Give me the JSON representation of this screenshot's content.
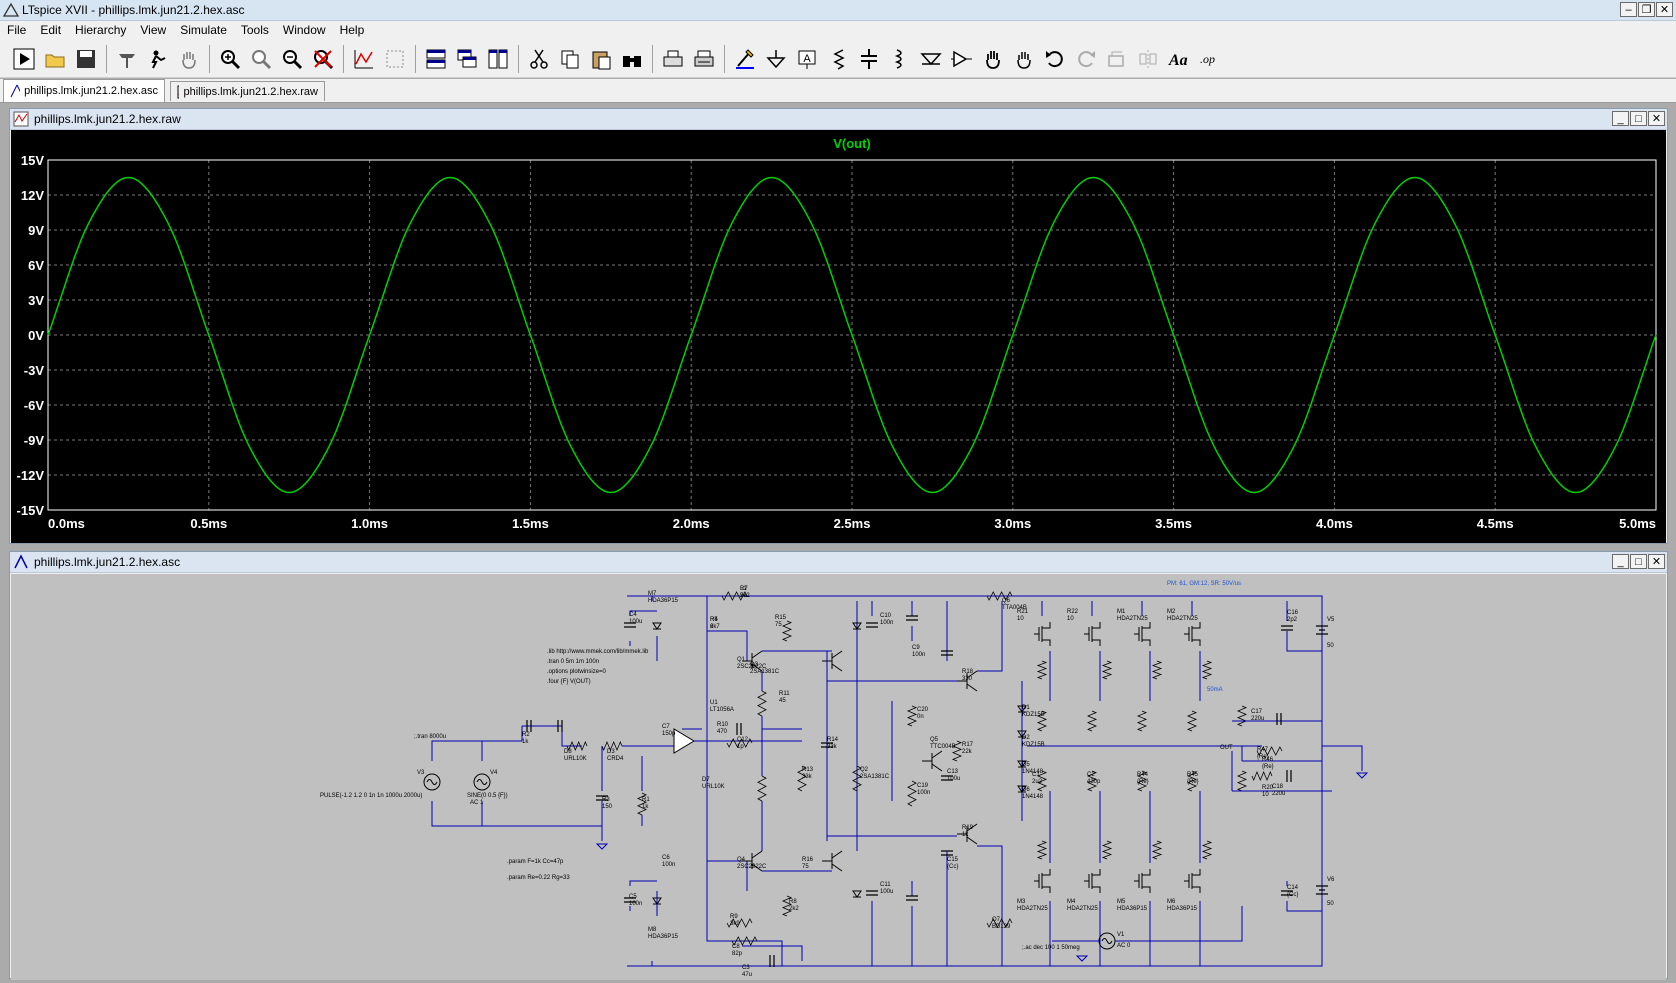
{
  "window": {
    "title": "LTspice XVII - phillips.lmk.jun21.2.hex.asc"
  },
  "menu": [
    {
      "label": "File"
    },
    {
      "label": "Edit"
    },
    {
      "label": "Hierarchy"
    },
    {
      "label": "View"
    },
    {
      "label": "Simulate"
    },
    {
      "label": "Tools"
    },
    {
      "label": "Window"
    },
    {
      "label": "Help"
    }
  ],
  "toolbar_icons": [
    "run-icon",
    "open-icon",
    "save-icon",
    "control-panel-icon",
    "probe-icon",
    "pan-icon",
    "zoom-in-icon",
    "zoom-back-icon",
    "zoom-out-icon",
    "zoom-cancel-icon",
    "autorange-icon",
    "fit-icon",
    "tile-horizontal-icon",
    "cascade-icon",
    "tile-vertical-icon",
    "cut-icon",
    "copy-icon",
    "paste-icon",
    "find-icon",
    "print-setup-icon",
    "print-icon",
    "wire-icon",
    "ground-icon",
    "label-net-icon",
    "resistor-icon",
    "capacitor-icon",
    "inductor-icon",
    "diode-icon",
    "component-icon",
    "move-icon",
    "drag-icon",
    "undo-icon",
    "redo-icon",
    "rotate-icon",
    "mirror-icon",
    "text-icon",
    "spice-directive-icon"
  ],
  "tabs": [
    {
      "label": "phillips.lmk.jun21.2.hex.asc",
      "icon": "schematic-icon"
    },
    {
      "label": "phillips.lmk.jun21.2.hex.raw",
      "icon": "waveform-icon"
    }
  ],
  "waveform_window": {
    "title": "phillips.lmk.jun21.2.hex.raw",
    "trace_label": "V(out)",
    "trace_color": "#00d000",
    "background": "#000000",
    "grid_color": "#7a7a7a"
  },
  "schematic_window": {
    "title": "phillips.lmk.jun21.2.hex.asc",
    "wire_color": "#0000b4",
    "text_color": "#000000",
    "directives": [
      ".lib http://www.mmek.com/lib/mmek.lib",
      ".tran 0 5m 1m 100n",
      ".options plotwinsize=0",
      ".four {F} V(OUT)",
      ".param F=1k Cc=47p",
      ".param Re=0.22 Rg=33",
      ";.tran 8000u",
      ";.ac dec 100 1 50meg"
    ],
    "annotation": "PM: 61, GM:12, SR: 50V/us",
    "bias_note": "50mA",
    "sources": [
      {
        "name": "V3",
        "value": "PULSE(-1.2 1.2 0 1n 1n 1000u 2000u)"
      },
      {
        "name": "V4",
        "value": "SINE(0 0.5 {F})"
      },
      {
        "name": "V4_ac",
        "value": "AC 1"
      },
      {
        "name": "V1",
        "value": "AC 0"
      },
      {
        "name": "V5",
        "value": "50"
      },
      {
        "name": "V6",
        "value": "50"
      }
    ],
    "parts": [
      {
        "ref": "R7",
        "val": "2k2"
      },
      {
        "ref": "R4",
        "val": "2k7"
      },
      {
        "ref": "R15",
        "val": "75"
      },
      {
        "ref": "Q1",
        "val": "2SC2922C"
      },
      {
        "ref": "Q3",
        "val": "2SA1381C"
      },
      {
        "ref": "R11",
        "val": "45"
      },
      {
        "ref": "U1",
        "val": "LT1056A"
      },
      {
        "ref": "C7",
        "val": "150p"
      },
      {
        "ref": "R10",
        "val": "470"
      },
      {
        "ref": "C12",
        "val": "1p"
      },
      {
        "ref": "R14",
        "val": "33k"
      },
      {
        "ref": "R13",
        "val": "33k"
      },
      {
        "ref": "Q2",
        "val": "2SA1381C"
      },
      {
        "ref": "Q4",
        "val": "2SC2922C"
      },
      {
        "ref": "R16",
        "val": "75"
      },
      {
        "ref": "R8",
        "val": "2k2"
      },
      {
        "ref": "R9",
        "val": "3k9"
      },
      {
        "ref": "C8",
        "val": "82p"
      },
      {
        "ref": "C3",
        "val": "47u"
      },
      {
        "ref": "C4",
        "val": "100u"
      },
      {
        "ref": "C5",
        "val": "100n"
      },
      {
        "ref": "C6",
        "val": "100n"
      },
      {
        "ref": "C10",
        "val": "100n"
      },
      {
        "ref": "C11",
        "val": "100u"
      },
      {
        "ref": "C9",
        "val": "100n"
      },
      {
        "ref": "C13",
        "val": "100u"
      },
      {
        "ref": "C15",
        "val": "{Cc}"
      },
      {
        "ref": "C16",
        "val": "2p2"
      },
      {
        "ref": "C14",
        "val": "{Cc}"
      },
      {
        "ref": "C17",
        "val": "220u"
      },
      {
        "ref": "C18",
        "val": "220u"
      },
      {
        "ref": "C20",
        "val": "0n"
      },
      {
        "ref": "C19",
        "val": "100n"
      },
      {
        "ref": "R17",
        "val": "22k"
      },
      {
        "ref": "R18",
        "val": "330"
      },
      {
        "ref": "R19",
        "val": "1k"
      },
      {
        "ref": "Q5",
        "val": "TTC004B"
      },
      {
        "ref": "Q6",
        "val": "TTA004B"
      },
      {
        "ref": "Q7",
        "val": "BD139"
      },
      {
        "ref": "R20",
        "val": "10"
      },
      {
        "ref": "R21",
        "val": "10"
      },
      {
        "ref": "R22",
        "val": "10"
      },
      {
        "ref": "M1",
        "val": "HDA2TN25"
      },
      {
        "ref": "M2",
        "val": "HDA2TN25"
      },
      {
        "ref": "M3",
        "val": "HDA2TN25"
      },
      {
        "ref": "M4",
        "val": "HDA2TN25"
      },
      {
        "ref": "M5",
        "val": "HDA36P15"
      },
      {
        "ref": "M6",
        "val": "HDA36P15"
      },
      {
        "ref": "M7",
        "val": "HDA36P15"
      },
      {
        "ref": "M8",
        "val": "HDA36P15"
      },
      {
        "ref": "D1",
        "val": "KDZ15B"
      },
      {
        "ref": "D2",
        "val": "KDZ15B"
      },
      {
        "ref": "D5",
        "val": "1N4148"
      },
      {
        "ref": "D6",
        "val": "1N4148"
      },
      {
        "ref": "D7",
        "val": "URL10K"
      },
      {
        "ref": "D8",
        "val": "URL10K"
      },
      {
        "ref": "D3",
        "val": "CRD4"
      },
      {
        "ref": "R1",
        "val": "1k"
      },
      {
        "ref": "R2",
        "val": "1k"
      },
      {
        "ref": "R3",
        "val": "150"
      },
      {
        "ref": "C1",
        "val": "2u2"
      },
      {
        "ref": "C2",
        "val": "430p"
      },
      {
        "ref": "R44",
        "val": "{Re}"
      },
      {
        "ref": "R45",
        "val": "{Re}"
      },
      {
        "ref": "R46",
        "val": "{Re}"
      },
      {
        "ref": "R47",
        "val": "{Re}"
      },
      {
        "ref": "L1",
        "val": "5u"
      },
      {
        "ref": "R5",
        "val": "6"
      }
    ],
    "net_labels": [
      "OUT"
    ]
  },
  "chart_data": {
    "type": "line",
    "title": "V(out)",
    "xlabel": "",
    "ylabel": "",
    "x_unit": "ms",
    "xlim": [
      0,
      5
    ],
    "ylim": [
      -15,
      15
    ],
    "x_ticks": [
      "0.0ms",
      "0.5ms",
      "1.0ms",
      "1.5ms",
      "2.0ms",
      "2.5ms",
      "3.0ms",
      "3.5ms",
      "4.0ms",
      "4.5ms",
      "5.0ms"
    ],
    "y_ticks": [
      "15V",
      "12V",
      "9V",
      "6V",
      "3V",
      "0V",
      "-3V",
      "-6V",
      "-9V",
      "-12V",
      "-15V"
    ],
    "grid": true,
    "series": [
      {
        "name": "V(out)",
        "x": [
          0,
          0.125,
          0.25,
          0.375,
          0.5,
          0.625,
          0.75,
          0.875,
          1.0,
          1.125,
          1.25,
          1.375,
          1.5,
          1.625,
          1.75,
          1.875,
          2.0,
          2.125,
          2.25,
          2.375,
          2.5,
          2.625,
          2.75,
          2.875,
          3.0,
          3.125,
          3.25,
          3.375,
          3.5,
          3.625,
          3.75,
          3.875,
          4.0,
          4.125,
          4.25,
          4.375,
          4.5,
          4.625,
          4.75,
          4.875,
          5.0
        ],
        "y": [
          0,
          9.5,
          13.5,
          9.5,
          0,
          -9.5,
          -13.5,
          -9.5,
          0,
          9.5,
          13.5,
          9.5,
          0,
          -9.5,
          -13.5,
          -9.5,
          0,
          9.5,
          13.5,
          9.5,
          0,
          -9.5,
          -13.5,
          -9.5,
          0,
          9.5,
          13.5,
          9.5,
          0,
          -9.5,
          -13.5,
          -9.5,
          0,
          9.5,
          13.5,
          9.5,
          0,
          -9.5,
          -13.5,
          -9.5,
          0
        ]
      }
    ]
  }
}
